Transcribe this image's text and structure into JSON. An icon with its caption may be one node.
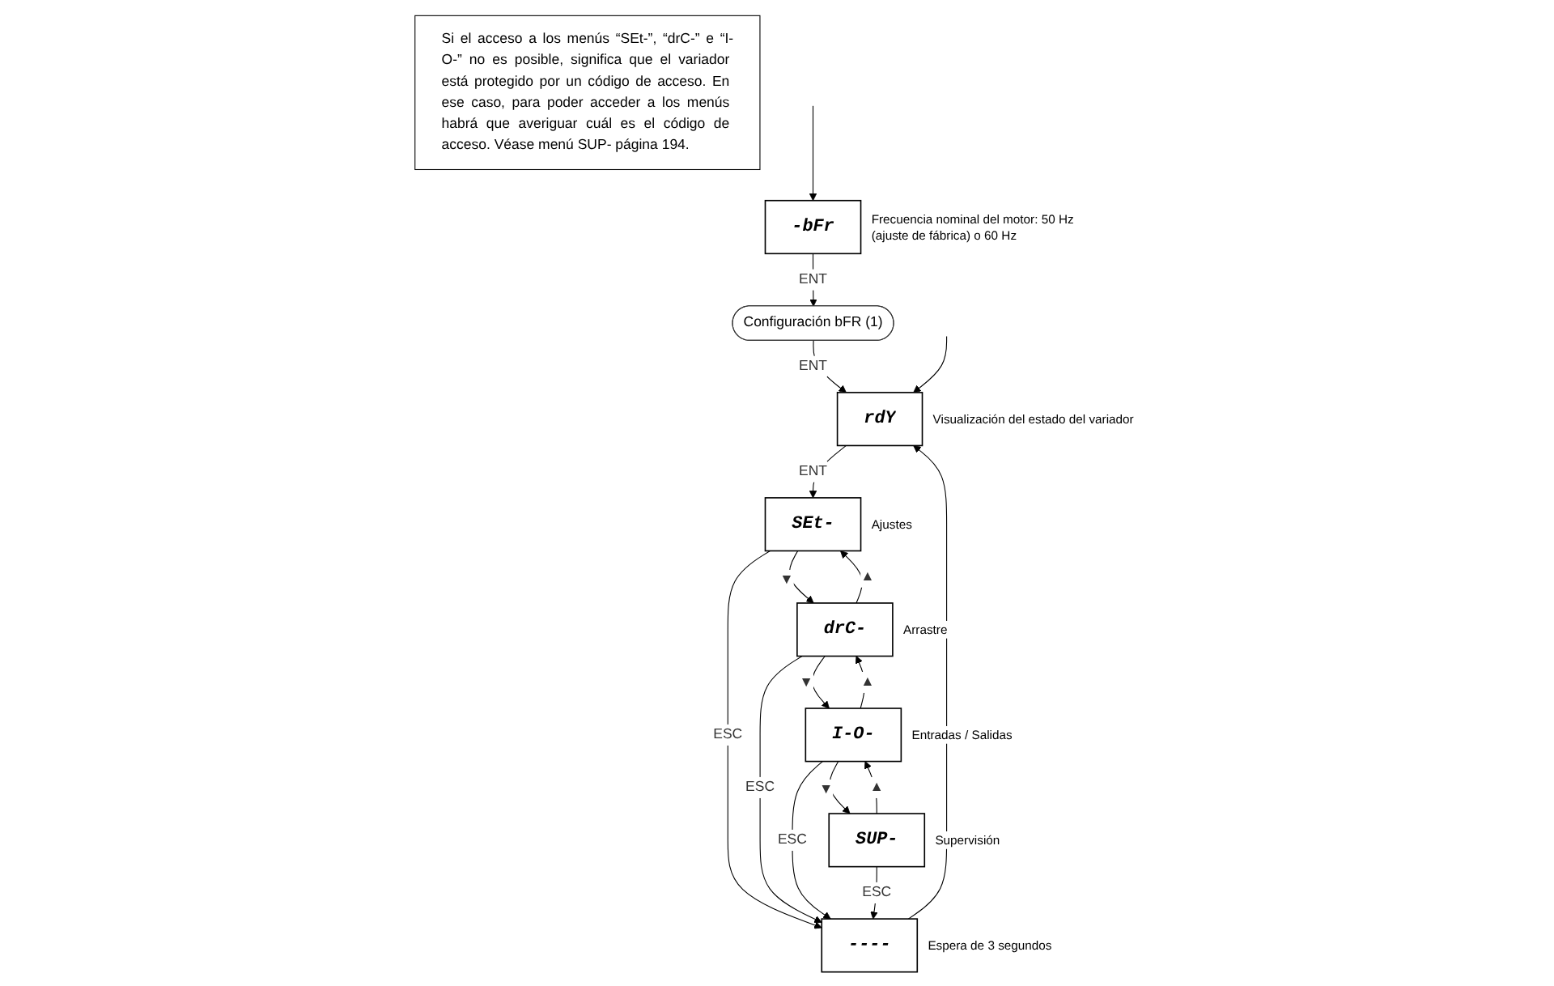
{
  "diagram": {
    "nodes": [
      {
        "text": [
          "-bFr"
        ],
        "beside": [
          "Frecuencia nominal del motor: 50 Hz (ajuste de fábrica) o 60 Hz"
        ]
      },
      {
        "text": [
          "Configuración bFR (1)"
        ]
      },
      {
        "text": [
          "rdY"
        ],
        "beside": [
          "Visualización del estado del variador"
        ]
      },
      {
        "text": [
          "----"
        ],
        "beside": [
          "Espera de 3 segundos"
        ]
      },
      {
        "text": [
          "SEt-"
        ],
        "beside": [
          "Ajustes"
        ]
      },
      {
        "text": [
          "drC-"
        ],
        "beside": [
          "Arrastre"
        ]
      },
      {
        "text": [
          "I-O-"
        ],
        "beside": [
          "Entradas / Salidas"
        ]
      },
      {
        "text": [
          "SUP-"
        ],
        "beside": [
          "Supervisión"
        ]
      },
      {
        "text": [
          "Si el acceso a los menús “SEt-”, “drC-” e “I-O-” no es posible, significa que el variador está protegido por un código de acceso. En ese caso, para poder acceder a los menús habrá que averiguar cuál es el código de acceso. Véase menú SUP- página 194."
        ]
      }
    ],
    "edges": [
      {
        "from": null,
        "to": 0,
        "arrow": "to"
      },
      {
        "from": 0,
        "to": 1,
        "label": "ENT",
        "arrow": "to"
      },
      {
        "from": 1,
        "to": 2,
        "label": "ENT",
        "arrow": "to"
      },
      {
        "from": null,
        "to": 2,
        "arrow": "to"
      },
      {
        "from": 2,
        "to": 4,
        "label": "ENT",
        "arrow": "to"
      },
      {
        "from": 3,
        "to": 2,
        "arrow": "to"
      },
      {
        "from": 4,
        "to": 3,
        "label": "ESC",
        "arrow": "to"
      },
      {
        "from": 5,
        "to": 3,
        "label": "ESC",
        "arrow": "to"
      },
      {
        "from": 6,
        "to": 3,
        "label": "ESC",
        "arrow": "to"
      },
      {
        "from": 7,
        "to": 3,
        "label": "ESC",
        "arrow": "to"
      },
      {
        "from": 4,
        "to": 5,
        "label": "▼",
        "arrow": "to"
      },
      {
        "from": 5,
        "to": 4,
        "label": "▲",
        "arrow": "to"
      },
      {
        "from": 5,
        "to": 6,
        "label": "▼",
        "arrow": "to"
      },
      {
        "from": 6,
        "to": 5,
        "label": "▲",
        "arrow": "to"
      },
      {
        "from": 6,
        "to": 7,
        "label": "▼",
        "arrow": "to"
      },
      {
        "from": 7,
        "to": 6,
        "label": "▲",
        "arrow": "to"
      }
    ]
  }
}
